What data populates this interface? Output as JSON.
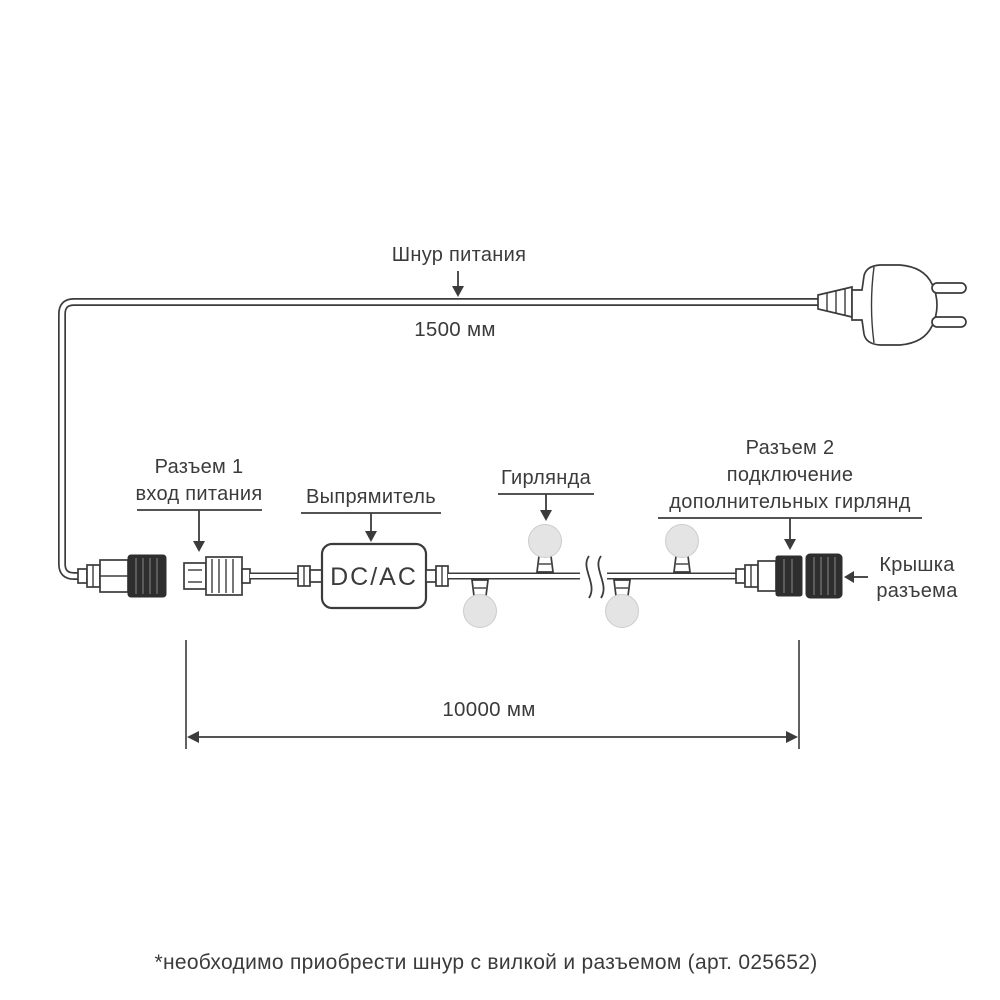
{
  "diagram": {
    "power_cord": {
      "label": "Шнур питания",
      "length": "1500 мм"
    },
    "connector1": {
      "line1": "Разъем 1",
      "line2": "вход питания"
    },
    "rectifier": {
      "label": "Выпрямитель",
      "box_text": "DC/AC"
    },
    "garland": {
      "label": "Гирлянда",
      "length": "10000 мм",
      "bulb_count_visible": 4
    },
    "connector2": {
      "line1": "Разъем 2",
      "line2": "подключение",
      "line3": "дополнительных гирлянд"
    },
    "cap": {
      "line1": "Крышка",
      "line2": "разъема"
    },
    "footnote": "*необходимо приобрести шнур с вилкой и разъемом (арт. 025652)"
  },
  "colors": {
    "line": "#3b3b3b",
    "text": "#3b3b3b",
    "connector_dark": "#2e2e2e",
    "bulb_fill": "#e4e4e4",
    "background": "#ffffff"
  }
}
